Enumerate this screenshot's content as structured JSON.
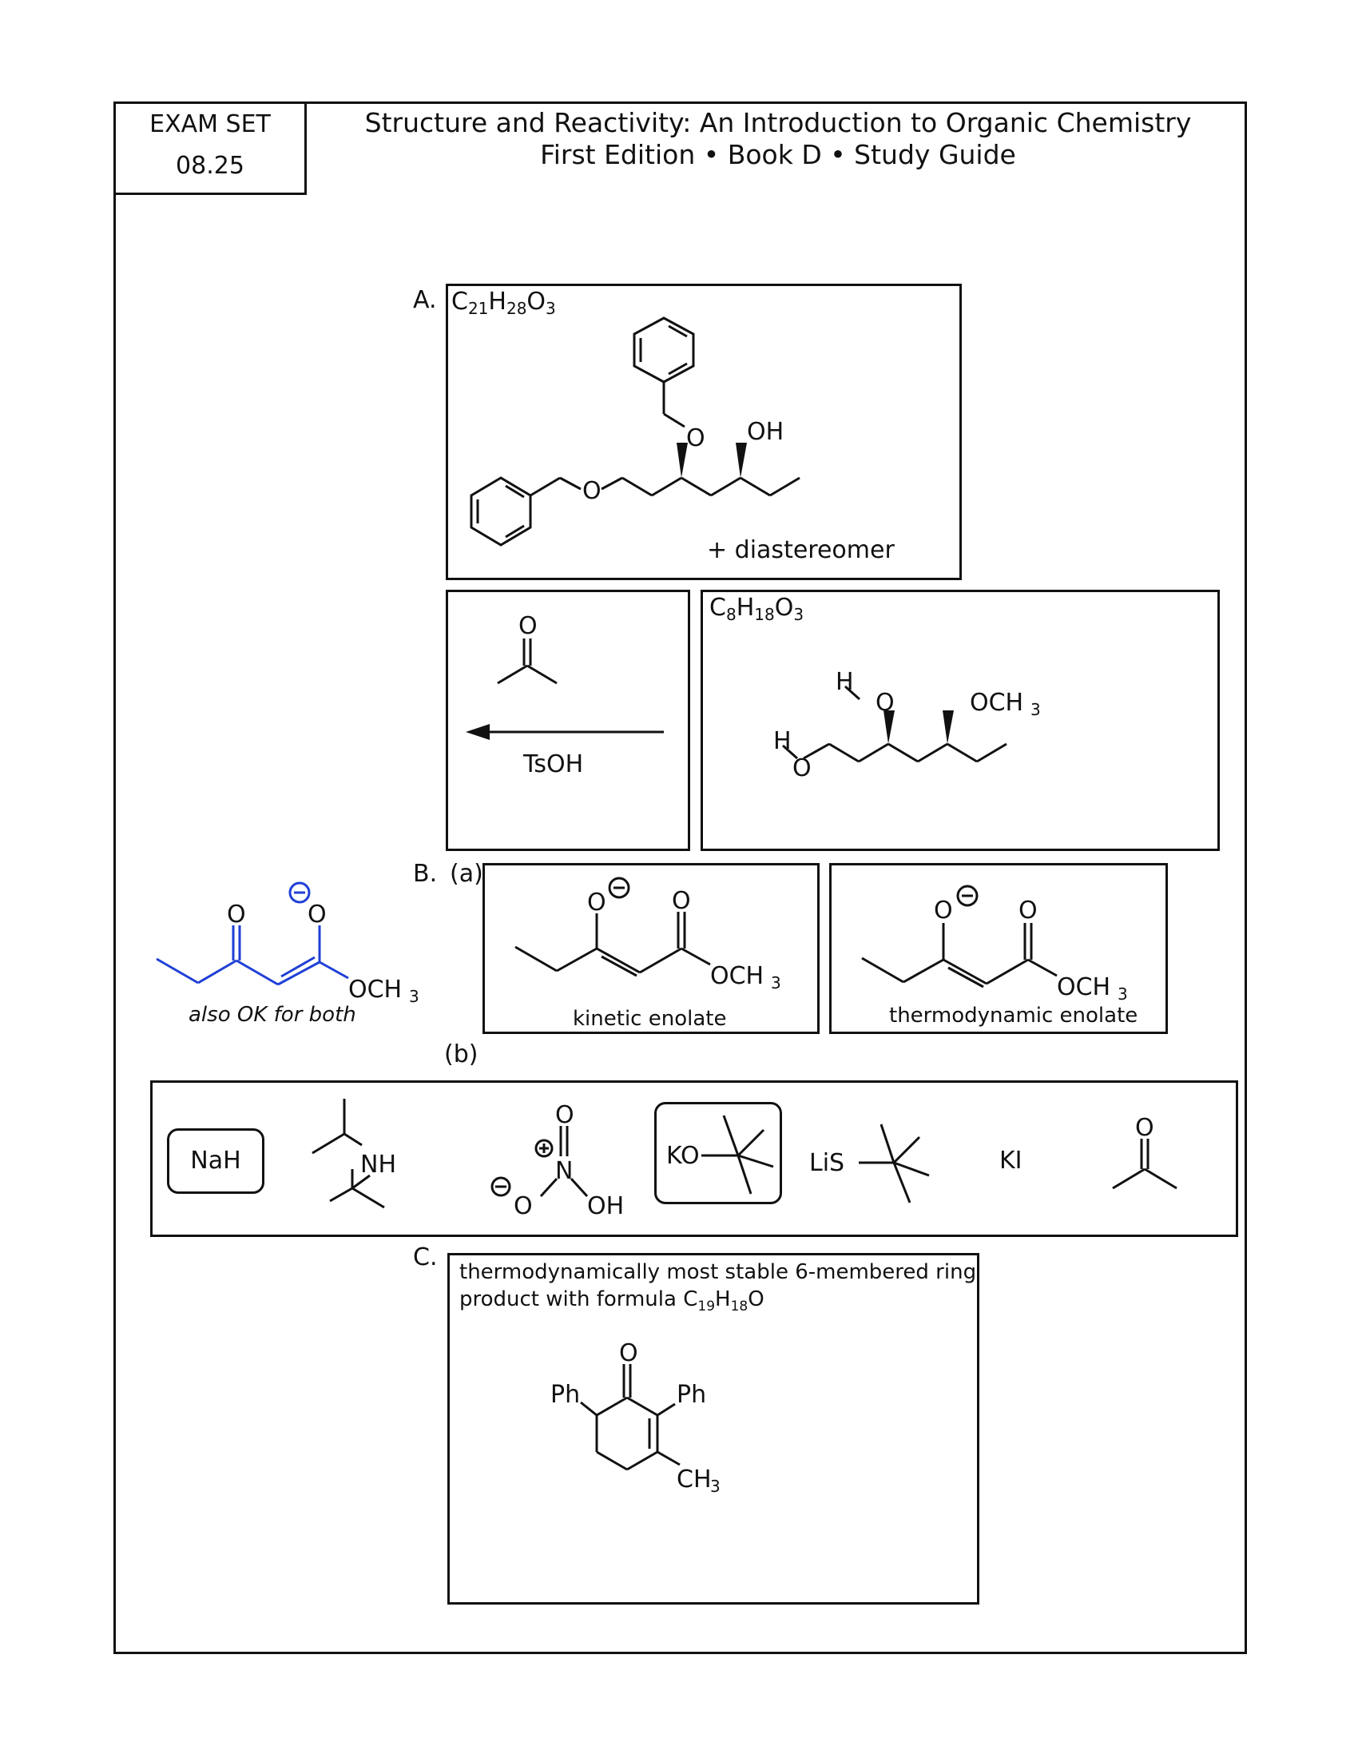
{
  "header": {
    "exam_set_label": "EXAM SET",
    "exam_set_number": "08.25",
    "title_line1": "Structure and Reactivity: An Introduction to Organic Chemistry",
    "title_line2": "First Edition • Book D • Study Guide"
  },
  "part_a": {
    "label": "A.",
    "product_formula": {
      "c": "C",
      "c_n": "21",
      "h": "H",
      "h_n": "28",
      "o": "O",
      "o_n": "3"
    },
    "product_note": "+ diastereomer",
    "product_oh": "OH",
    "product_o1": "O",
    "product_o2": "O",
    "reagent_o": "O",
    "reagent_acid": "TsOH",
    "sm_formula": {
      "c": "C",
      "c_n": "8",
      "h": "H",
      "h_n": "18",
      "o": "O",
      "o_n": "3"
    },
    "sm_h1": "H",
    "sm_o1": "O",
    "sm_h2": "H",
    "sm_o2": "O",
    "sm_och3": "OCH",
    "sm_och3_n": "3"
  },
  "part_b": {
    "label": "B.",
    "sub_a": "(a)",
    "sub_b": "(b)",
    "alt_answer": {
      "o1": "O",
      "o2": "O",
      "och3": "OCH",
      "och3_n": "3",
      "note": "also OK for both",
      "color": "#1f3fd6"
    },
    "kinetic": {
      "o1": "O",
      "o2": "O",
      "och3": "OCH",
      "och3_n": "3",
      "caption": "kinetic enolate"
    },
    "thermodynamic": {
      "o1": "O",
      "o2": "O",
      "och3": "OCH",
      "och3_n": "3",
      "caption": "thermodynamic enolate"
    },
    "reagents": {
      "nah": "NaH",
      "nh": "NH",
      "nitric_o_top": "O",
      "nitric_n": "N",
      "nitric_o_left": "O",
      "nitric_oh": "OH",
      "kotbu": "KO",
      "lis": "LiS",
      "ki": "KI",
      "acetone_o": "O"
    }
  },
  "part_c": {
    "label": "C.",
    "description_line1": "thermodynamically most stable 6-membered ring",
    "description_line2_prefix": "product with formula C",
    "description_c_n": "19",
    "description_h": "H",
    "description_h_n": "18",
    "description_o": "O",
    "o": "O",
    "ph1": "Ph",
    "ph2": "Ph",
    "ch3": "CH",
    "ch3_n": "3"
  }
}
